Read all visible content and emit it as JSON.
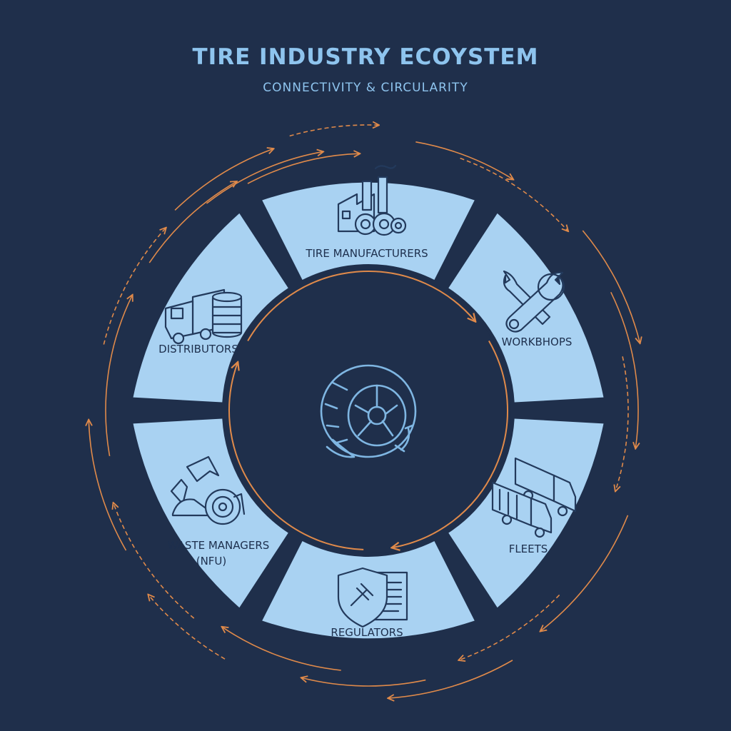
{
  "header": {
    "title": "TIRE INDUSTRY ECOYSTEM",
    "subtitle": "CONNECTIVITY & CIRCULARITY"
  },
  "segments": [
    {
      "id": "manufacturers",
      "label": "TIRE MANUFACTURERS",
      "icon": "factory-gears-icon"
    },
    {
      "id": "workshops",
      "label": "WORKBHOPS",
      "icon": "wrench-tools-icon"
    },
    {
      "id": "fleets",
      "label": "FLEETS",
      "icon": "trucks-icon"
    },
    {
      "id": "regulators",
      "label": "REGULATORS",
      "icon": "shield-gavel-document-icon"
    },
    {
      "id": "waste",
      "label_line1": "WASTE MANAGERS",
      "label_line2": "(NFU)",
      "icon": "recycle-tire-icon"
    },
    {
      "id": "distributors",
      "label": "DISTRIBUTORS",
      "icon": "truck-tire-stack-icon"
    }
  ],
  "center": {
    "icon": "tire-cycle-icon"
  },
  "colors": {
    "background": "#1f2f4b",
    "segment_fill": "#a9d2f2",
    "arrow": "#e08a4a",
    "title": "#8ec4ee"
  }
}
